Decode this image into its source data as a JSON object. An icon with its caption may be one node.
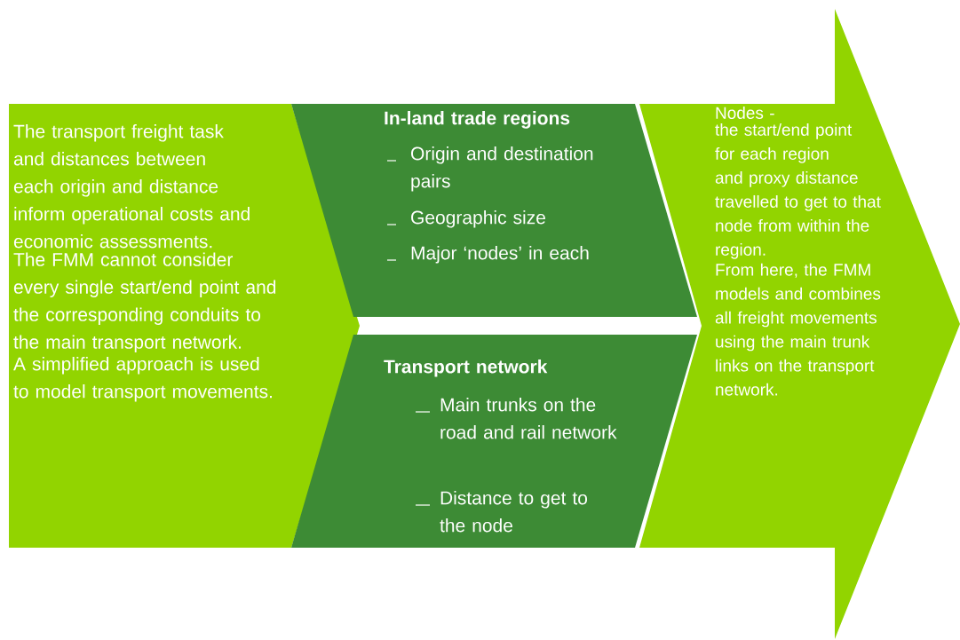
{
  "diagram": {
    "nodes": [
      {
        "text": [
          "The transport freight task and distances between each origin and distance inform operational costs and economic assessments.",
          "The FMM cannot consider every single start/end point and the corresponding conduits to the main transport network.",
          "A simplified approach is used to model transport movements."
        ]
      },
      {
        "text": [
          "In-land trade regions",
          "Origin and destination pairs",
          "Geographic size",
          "Major ‘nodes’ in each"
        ]
      },
      {
        "text": [
          "Transport network",
          "Main trunks on the road and rail network",
          "Distance to get to the node"
        ]
      },
      {
        "text": [
          "Nodes -",
          "the start/end point for each region and proxy distance travelled to get to that node from within the region.",
          "From here, the FMM models and combines all freight movements using the main trunk links on the transport network."
        ]
      }
    ]
  }
}
